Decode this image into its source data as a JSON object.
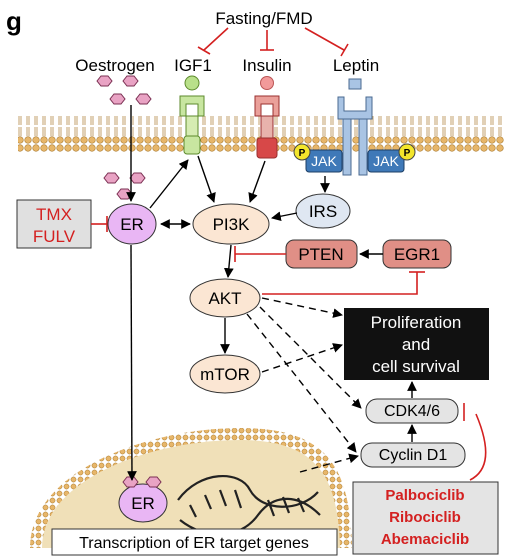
{
  "panel_letter": "g",
  "top": {
    "fasting": "Fasting/FMD"
  },
  "ligands": {
    "oestrogen": "Oestrogen",
    "igf1": "IGF1",
    "insulin": "Insulin",
    "leptin": "Leptin"
  },
  "nodes": {
    "jak_left": "JAK",
    "jak_right": "JAK",
    "phospho": "P",
    "er": "ER",
    "pi3k": "PI3K",
    "irs": "IRS",
    "pten": "PTEN",
    "egr1": "EGR1",
    "akt": "AKT",
    "mtor": "mTOR",
    "cdk46": "CDK4/6",
    "cyclin_d1": "Cyclin D1",
    "er_nucleus": "ER"
  },
  "drugs_er": [
    "TMX",
    "FULV"
  ],
  "drugs_cdk": [
    "Palbociclib",
    "Ribociclib",
    "Abemaciclib"
  ],
  "outcome": [
    "Proliferation",
    "and",
    "cell survival"
  ],
  "transcription": "Transcription of ER target genes",
  "colors": {
    "inhibit_red": "#d42020",
    "membrane": "#e2b56d",
    "er_fill": "#e9b6f4",
    "pi3k_fill": "#fbe6d3",
    "irs_fill": "#dfe7f2",
    "pten_fill": "#e08f86",
    "jak_fill": "#3f79b8",
    "nucleus": "#f0e0b8",
    "outcome_box": "#111111"
  }
}
